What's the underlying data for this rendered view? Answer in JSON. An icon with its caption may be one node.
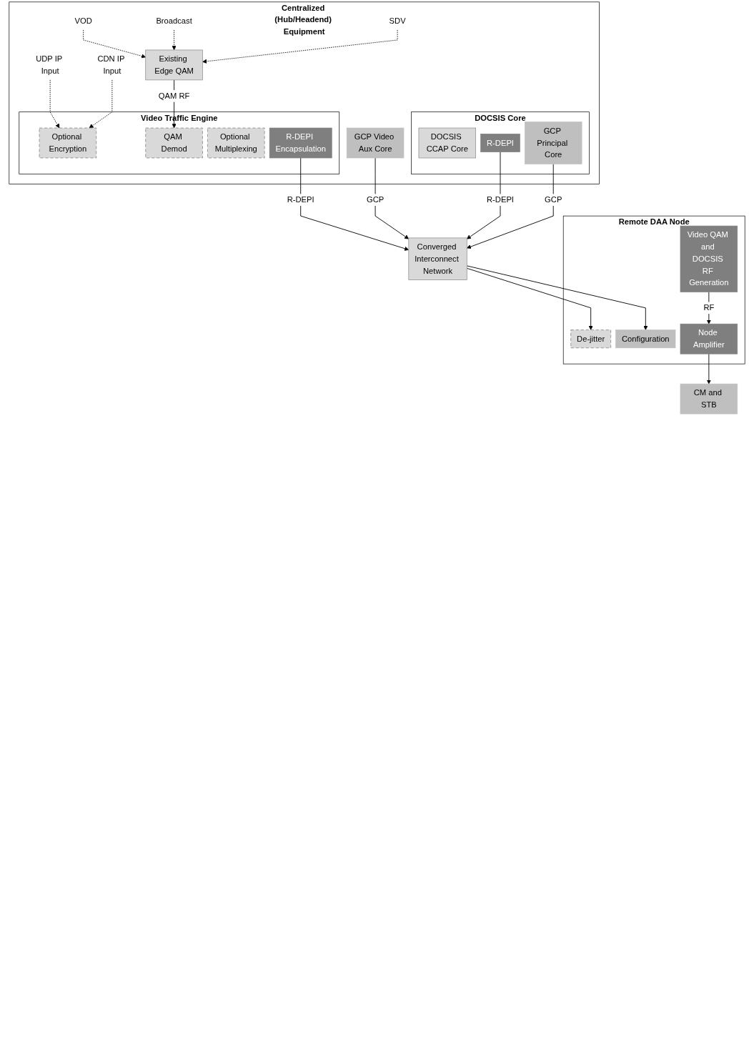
{
  "diagram": {
    "nodes": [
      {
        "text": [
          "Centralized (Hub/Headend) Equipment"
        ]
      },
      {
        "text": [
          "VOD"
        ],
        "in": 0
      },
      {
        "text": [
          "Broadcast"
        ],
        "in": 0
      },
      {
        "text": [
          "SDV"
        ],
        "in": 0
      },
      {
        "text": [
          "Existing Edge QAM"
        ],
        "in": 0
      },
      {
        "text": [
          "CDN IP Input"
        ],
        "in": 0
      },
      {
        "text": [
          "UDP IP Input"
        ],
        "in": 0
      },
      {
        "text": [
          "Video Traffic Engine"
        ],
        "in": 0
      },
      {
        "text": [
          "Optional Encryption"
        ],
        "in": 7
      },
      {
        "text": [
          "QAM Demod"
        ],
        "in": 7
      },
      {
        "text": [
          "Optional Multiplexing"
        ],
        "in": 7
      },
      {
        "text": [
          "R-DEPI Encapsulation"
        ],
        "in": 7
      },
      {
        "text": [
          "GCP Video Aux Core"
        ],
        "in": 0
      },
      {
        "text": [
          "DOCSIS Core"
        ],
        "in": 0
      },
      {
        "text": [
          "DOCSIS CCAP Core"
        ],
        "in": 13
      },
      {
        "text": [
          "R-DEPI"
        ],
        "in": 13
      },
      {
        "text": [
          "GCP Principal Core"
        ],
        "in": 13
      },
      {
        "text": [
          "Converged Interconnect Network"
        ]
      },
      {
        "text": [
          "Remote DAA Node"
        ]
      },
      {
        "text": [
          "De-jitter"
        ],
        "in": 18
      },
      {
        "text": [
          "Video QAM and DOCSIS RF Generation"
        ],
        "in": 18
      },
      {
        "text": [
          "Configuration"
        ],
        "in": 18
      },
      {
        "text": [
          "Node Amplifier"
        ],
        "in": 18
      },
      {
        "text": [
          "CM and STB"
        ]
      }
    ],
    "edges": [
      {
        "from": 1,
        "to": 4,
        "arrow": "to",
        "style": "dashed"
      },
      {
        "from": 2,
        "to": 4,
        "arrow": "to",
        "style": "dashed"
      },
      {
        "from": 3,
        "to": 4,
        "arrow": "to",
        "style": "dashed"
      },
      {
        "from": 4,
        "to": 9,
        "arrow": "to",
        "label": "QAM RF"
      },
      {
        "from": 6,
        "to": 8,
        "arrow": "to",
        "style": "dashed"
      },
      {
        "from": 5,
        "to": 8,
        "arrow": "to",
        "style": "dashed"
      },
      {
        "from": 11,
        "to": 17,
        "arrow": "to",
        "label": "R-DEPI"
      },
      {
        "from": 12,
        "to": 17,
        "arrow": "to",
        "label": "GCP"
      },
      {
        "from": 15,
        "to": 17,
        "arrow": "to",
        "label": "R-DEPI"
      },
      {
        "from": 16,
        "to": 17,
        "arrow": "to",
        "label": "GCP"
      },
      {
        "from": 17,
        "to": 19,
        "arrow": "to"
      },
      {
        "from": 17,
        "to": 21,
        "arrow": "to"
      },
      {
        "from": 20,
        "to": 22,
        "arrow": "to",
        "label": "RF"
      },
      {
        "from": 22,
        "to": 23,
        "arrow": "to"
      }
    ]
  }
}
